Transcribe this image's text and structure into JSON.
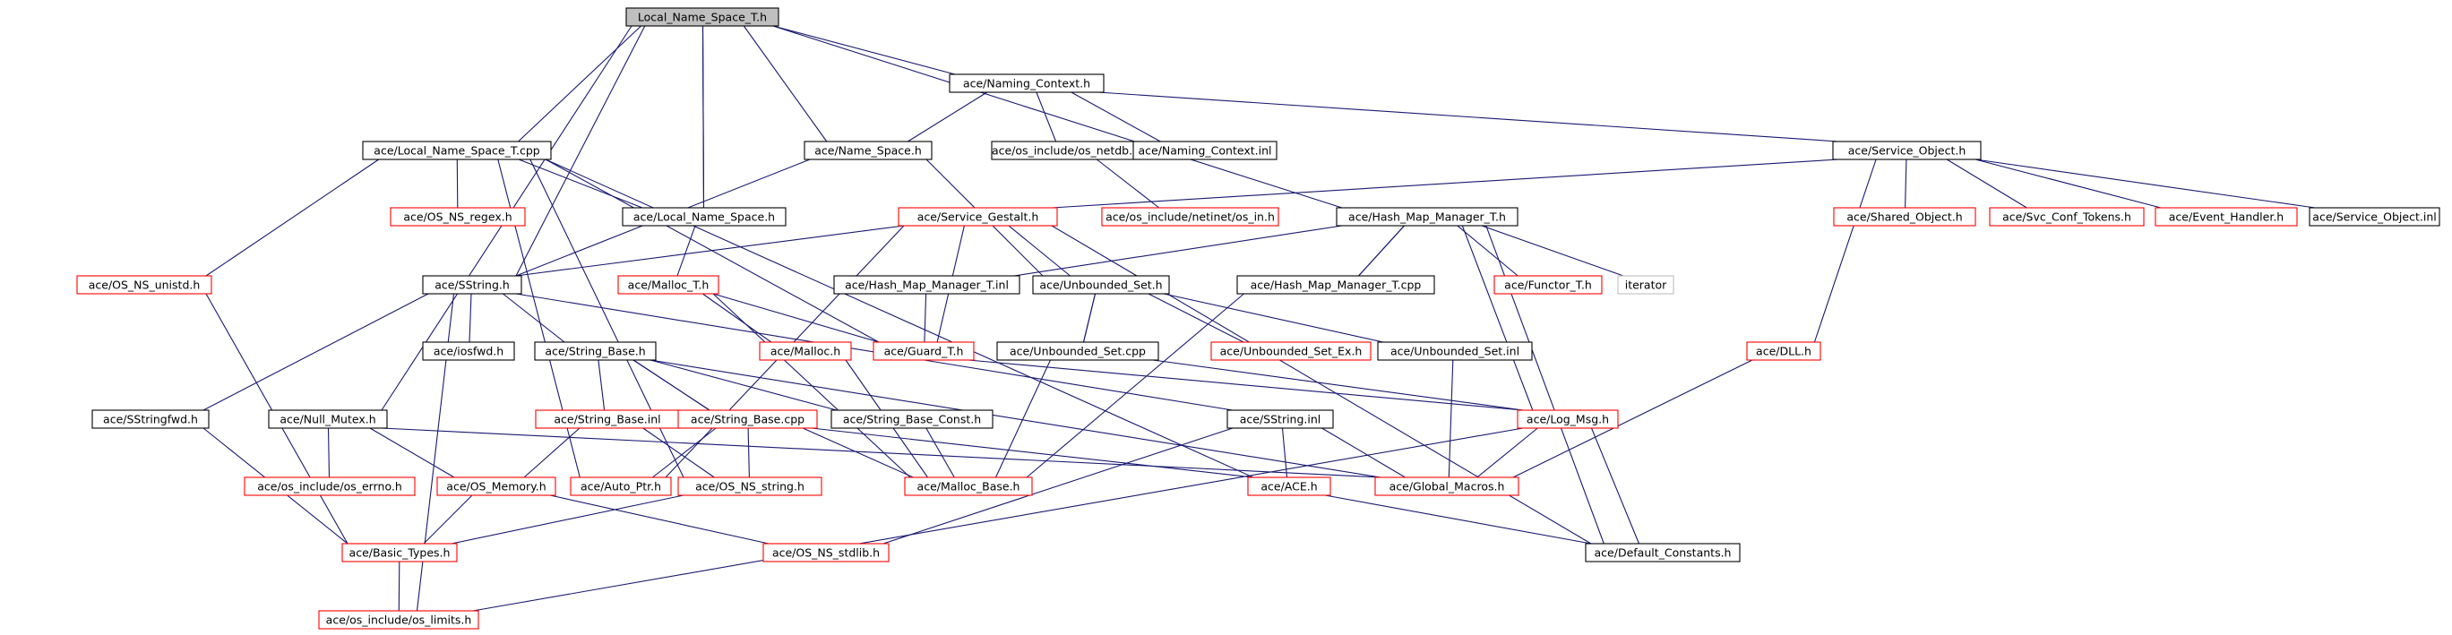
{
  "graph": {
    "nodes": [
      {
        "id": "root",
        "label": "Local_Name_Space_T.h",
        "border": "root"
      },
      {
        "id": "lnst_cpp",
        "label": "ace/Local_Name_Space_T.cpp",
        "border": "black"
      },
      {
        "id": "naming_h",
        "label": "ace/Naming_Context.h",
        "border": "black"
      },
      {
        "id": "name_sp",
        "label": "ace/Name_Space.h",
        "border": "black"
      },
      {
        "id": "netdb",
        "label": "ace/os_include/os_netdb.h",
        "border": "black"
      },
      {
        "id": "nc_inl",
        "label": "ace/Naming_Context.inl",
        "border": "black"
      },
      {
        "id": "svc_obj",
        "label": "ace/Service_Object.h",
        "border": "black"
      },
      {
        "id": "regex",
        "label": "ace/OS_NS_regex.h",
        "border": "red"
      },
      {
        "id": "lns_h",
        "label": "ace/Local_Name_Space.h",
        "border": "black"
      },
      {
        "id": "os_in",
        "label": "ace/os_include/netinet/os_in.h",
        "border": "red"
      },
      {
        "id": "svc_gst",
        "label": "ace/Service_Gestalt.h",
        "border": "red"
      },
      {
        "id": "hmm_h",
        "label": "ace/Hash_Map_Manager_T.h",
        "border": "black"
      },
      {
        "id": "shared",
        "label": "ace/Shared_Object.h",
        "border": "red"
      },
      {
        "id": "svc_conf",
        "label": "ace/Svc_Conf_Tokens.h",
        "border": "red"
      },
      {
        "id": "ev_hand",
        "label": "ace/Event_Handler.h",
        "border": "red"
      },
      {
        "id": "so_inl",
        "label": "ace/Service_Object.inl",
        "border": "black"
      },
      {
        "id": "unistd",
        "label": "ace/OS_NS_unistd.h",
        "border": "red"
      },
      {
        "id": "sstring",
        "label": "ace/SString.h",
        "border": "black"
      },
      {
        "id": "malloc_t",
        "label": "ace/Malloc_T.h",
        "border": "red"
      },
      {
        "id": "hmm_inl",
        "label": "ace/Hash_Map_Manager_T.inl",
        "border": "black"
      },
      {
        "id": "unb_h",
        "label": "ace/Unbounded_Set.h",
        "border": "black"
      },
      {
        "id": "hmm_cpp",
        "label": "ace/Hash_Map_Manager_T.cpp",
        "border": "black"
      },
      {
        "id": "functor",
        "label": "ace/Functor_T.h",
        "border": "red"
      },
      {
        "id": "iterator",
        "label": "iterator",
        "border": "grey"
      },
      {
        "id": "iosfwd",
        "label": "ace/iosfwd.h",
        "border": "black"
      },
      {
        "id": "str_base",
        "label": "ace/String_Base.h",
        "border": "black"
      },
      {
        "id": "malloc_h",
        "label": "ace/Malloc.h",
        "border": "red"
      },
      {
        "id": "guard",
        "label": "ace/Guard_T.h",
        "border": "red"
      },
      {
        "id": "unb_cpp",
        "label": "ace/Unbounded_Set.cpp",
        "border": "black"
      },
      {
        "id": "unb_ex",
        "label": "ace/Unbounded_Set_Ex.h",
        "border": "red"
      },
      {
        "id": "unb_inl",
        "label": "ace/Unbounded_Set.inl",
        "border": "black"
      },
      {
        "id": "dll",
        "label": "ace/DLL.h",
        "border": "red"
      },
      {
        "id": "sstrfwd",
        "label": "ace/SStringfwd.h",
        "border": "black"
      },
      {
        "id": "null_mtx",
        "label": "ace/Null_Mutex.h",
        "border": "black"
      },
      {
        "id": "sb_inl",
        "label": "ace/String_Base.inl",
        "border": "red"
      },
      {
        "id": "sb_cpp",
        "label": "ace/String_Base.cpp",
        "border": "red"
      },
      {
        "id": "sb_const",
        "label": "ace/String_Base_Const.h",
        "border": "black"
      },
      {
        "id": "ss_inl",
        "label": "ace/SString.inl",
        "border": "black"
      },
      {
        "id": "log_msg",
        "label": "ace/Log_Msg.h",
        "border": "red"
      },
      {
        "id": "errno",
        "label": "ace/os_include/os_errno.h",
        "border": "red"
      },
      {
        "id": "os_mem",
        "label": "ace/OS_Memory.h",
        "border": "red"
      },
      {
        "id": "auto_ptr",
        "label": "ace/Auto_Ptr.h",
        "border": "red"
      },
      {
        "id": "os_str",
        "label": "ace/OS_NS_string.h",
        "border": "red"
      },
      {
        "id": "mall_base",
        "label": "ace/Malloc_Base.h",
        "border": "red"
      },
      {
        "id": "ace_h",
        "label": "ace/ACE.h",
        "border": "red"
      },
      {
        "id": "glob_mac",
        "label": "ace/Global_Macros.h",
        "border": "red"
      },
      {
        "id": "basic_t",
        "label": "ace/Basic_Types.h",
        "border": "red"
      },
      {
        "id": "stdlib",
        "label": "ace/OS_NS_stdlib.h",
        "border": "red"
      },
      {
        "id": "def_const",
        "label": "ace/Default_Constants.h",
        "border": "black"
      },
      {
        "id": "limits",
        "label": "ace/os_include/os_limits.h",
        "border": "red"
      }
    ],
    "edges": [
      [
        "root",
        "lnst_cpp"
      ],
      [
        "root",
        "naming_h"
      ],
      [
        "root",
        "name_sp"
      ],
      [
        "root",
        "hmm_h"
      ],
      [
        "root",
        "lns_h"
      ],
      [
        "root",
        "sstring"
      ],
      [
        "root",
        "null_mtx"
      ],
      [
        "lns_h",
        "root"
      ],
      [
        "naming_h",
        "name_sp"
      ],
      [
        "naming_h",
        "netdb"
      ],
      [
        "naming_h",
        "nc_inl"
      ],
      [
        "naming_h",
        "svc_obj"
      ],
      [
        "name_sp",
        "sstring"
      ],
      [
        "name_sp",
        "unb_h"
      ],
      [
        "netdb",
        "os_in"
      ],
      [
        "svc_obj",
        "svc_gst"
      ],
      [
        "svc_obj",
        "shared"
      ],
      [
        "svc_obj",
        "svc_conf"
      ],
      [
        "svc_obj",
        "ev_hand"
      ],
      [
        "svc_obj",
        "so_inl"
      ],
      [
        "svc_obj",
        "dll"
      ],
      [
        "lnst_cpp",
        "lns_h"
      ],
      [
        "lnst_cpp",
        "regex"
      ],
      [
        "lnst_cpp",
        "unistd"
      ],
      [
        "lnst_cpp",
        "guard"
      ],
      [
        "lnst_cpp",
        "auto_ptr"
      ],
      [
        "lnst_cpp",
        "os_str"
      ],
      [
        "lnst_cpp",
        "ace_h"
      ],
      [
        "lns_h",
        "malloc_t"
      ],
      [
        "svc_gst",
        "sstring"
      ],
      [
        "svc_gst",
        "unb_h"
      ],
      [
        "svc_gst",
        "guard"
      ],
      [
        "svc_gst",
        "def_const"
      ],
      [
        "svc_gst",
        "auto_ptr"
      ],
      [
        "hmm_h",
        "hmm_inl"
      ],
      [
        "hmm_h",
        "hmm_cpp"
      ],
      [
        "hmm_h",
        "functor"
      ],
      [
        "hmm_h",
        "iterator"
      ],
      [
        "hmm_h",
        "log_msg"
      ],
      [
        "hmm_h",
        "def_const"
      ],
      [
        "hmm_cpp",
        "hmm_h"
      ],
      [
        "hmm_cpp",
        "mall_base"
      ],
      [
        "hmm_inl",
        "guard"
      ],
      [
        "sstring",
        "iosfwd"
      ],
      [
        "sstring",
        "str_base"
      ],
      [
        "sstring",
        "sstrfwd"
      ],
      [
        "sstring",
        "ss_inl"
      ],
      [
        "sstring",
        "limits"
      ],
      [
        "malloc_t",
        "malloc_h"
      ],
      [
        "malloc_t",
        "guard"
      ],
      [
        "malloc_t",
        "mall_base"
      ],
      [
        "unistd",
        "basic_t"
      ],
      [
        "unb_h",
        "unb_cpp"
      ],
      [
        "unb_h",
        "unb_ex"
      ],
      [
        "unb_h",
        "unb_inl"
      ],
      [
        "unb_cpp",
        "unb_h"
      ],
      [
        "unb_cpp",
        "mall_base"
      ],
      [
        "unb_cpp",
        "log_msg"
      ],
      [
        "unb_inl",
        "glob_mac"
      ],
      [
        "str_base",
        "sb_inl"
      ],
      [
        "str_base",
        "sb_cpp"
      ],
      [
        "str_base",
        "sb_const"
      ],
      [
        "str_base",
        "glob_mac"
      ],
      [
        "sb_cpp",
        "str_base"
      ],
      [
        "sb_cpp",
        "mall_base"
      ],
      [
        "sb_cpp",
        "os_str"
      ],
      [
        "sb_cpp",
        "auto_ptr"
      ],
      [
        "sb_cpp",
        "ace_h"
      ],
      [
        "sb_inl",
        "os_mem"
      ],
      [
        "sb_inl",
        "os_str"
      ],
      [
        "malloc_h",
        "mall_base"
      ],
      [
        "guard",
        "log_msg"
      ],
      [
        "sb_const",
        "mall_base"
      ],
      [
        "ss_inl",
        "ace_h"
      ],
      [
        "ss_inl",
        "glob_mac"
      ],
      [
        "ss_inl",
        "stdlib"
      ],
      [
        "sstrfwd",
        "basic_t"
      ],
      [
        "null_mtx",
        "errno"
      ],
      [
        "null_mtx",
        "os_mem"
      ],
      [
        "null_mtx",
        "glob_mac"
      ],
      [
        "os_mem",
        "basic_t"
      ],
      [
        "os_mem",
        "stdlib"
      ],
      [
        "os_str",
        "basic_t"
      ],
      [
        "basic_t",
        "limits"
      ],
      [
        "ace_h",
        "def_const"
      ],
      [
        "log_msg",
        "glob_mac"
      ],
      [
        "log_msg",
        "def_const"
      ],
      [
        "log_msg",
        "limits"
      ],
      [
        "dll",
        "glob_mac"
      ]
    ]
  }
}
